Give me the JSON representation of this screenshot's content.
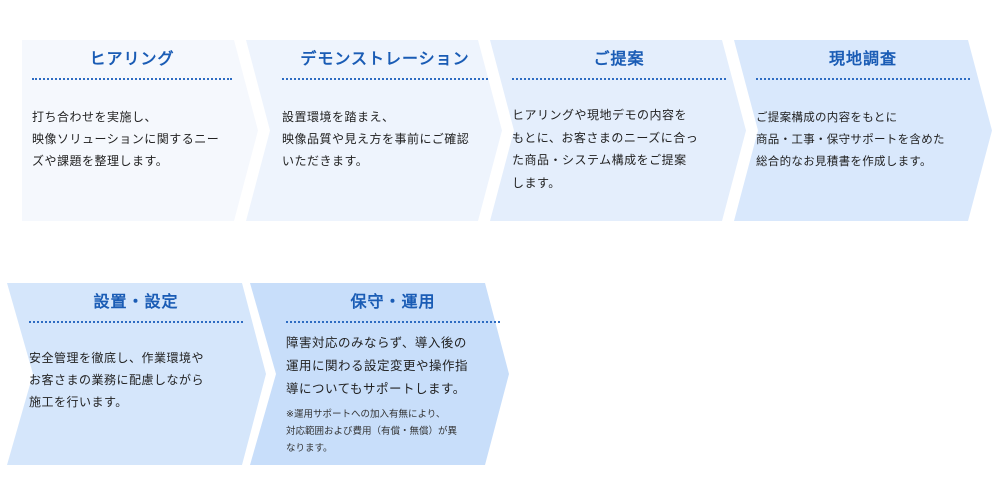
{
  "steps": [
    {
      "title": "ヒアリング",
      "body": "打ち合わせを実施し、\n映像ソリューションに関するニー\nズや課題を整理します。",
      "color": "#f5f8fd"
    },
    {
      "title": "デモンストレーション",
      "body": "設置環境を踏まえ、\n映像品質や見え方を事前にご確認\nいただきます。",
      "color": "#eef4fd"
    },
    {
      "title": "ご提案",
      "body": "ヒアリングや現地デモの内容を\nもとに、お客さまのニーズに合っ\nた商品・システム構成をご提案\nします。",
      "color": "#e4eefc"
    },
    {
      "title": "現地調査",
      "body": "ご提案構成の内容をもとに\n商品・工事・保守サポートを含めた\n総合的なお見積書を作成します。",
      "color": "#d9e8fc"
    },
    {
      "title": "設置・設定",
      "body": "安全管理を徹底し、作業環境や\nお客さまの業務に配慮しながら\n施工を行います。",
      "color": "#d5e6fb"
    },
    {
      "title": "保守・運用",
      "body": "障害対応のみならず、導入後の\n運用に関わる設定変更や操作指\n導についてもサポートします。",
      "note": "※運用サポートへの加入有無により、\n対応範囲および費用（有償・無償）が異\nなります。",
      "color": "#c8defa"
    }
  ],
  "colors": {
    "title": "#1a5cb5",
    "divider": "#2e6cc2",
    "text": "#222222"
  }
}
